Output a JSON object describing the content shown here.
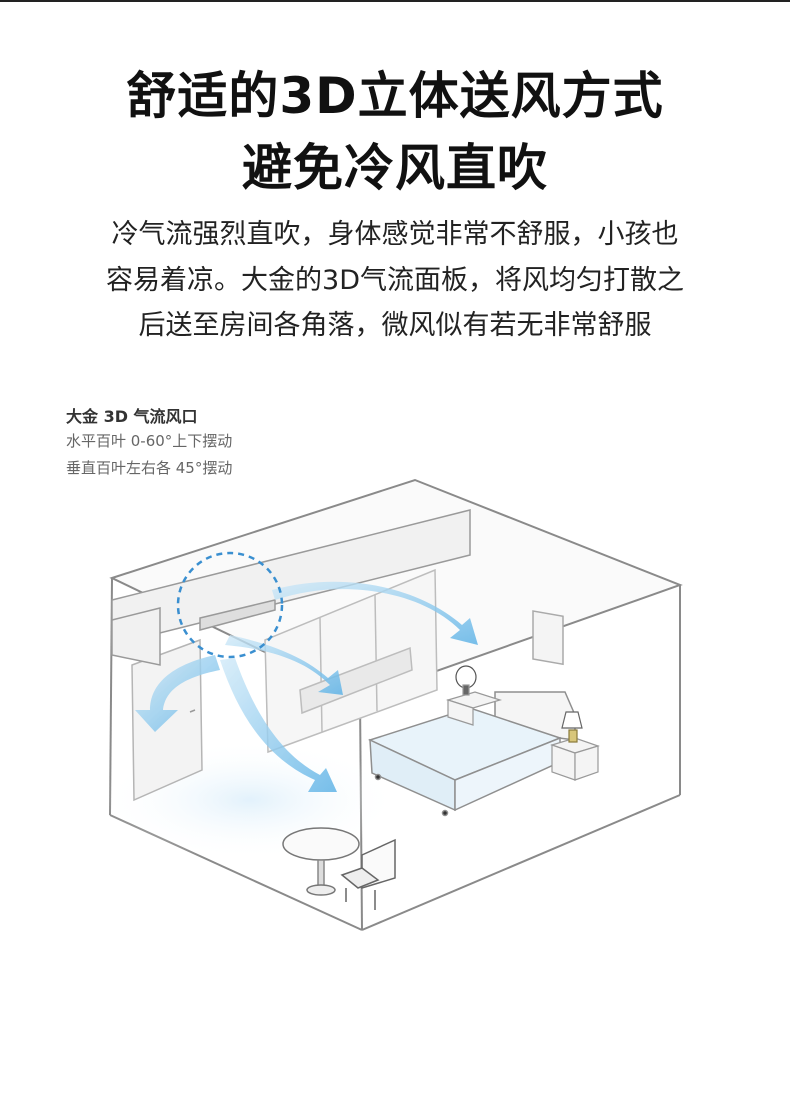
{
  "headline": {
    "line1": "舒适的3D立体送风方式",
    "line2": "避免冷风直吹"
  },
  "body": {
    "line1": "冷气流强烈直吹，身体感觉非常不舒服，小孩也",
    "line2": "容易着凉。大金的3D气流面板，将风均匀打散之",
    "line3": "后送至房间各角落，微风似有若无非常舒服"
  },
  "spec": {
    "title": "大金 3D 气流风口",
    "horizontal": "水平百叶 0-60°上下摆动",
    "vertical": "垂直百叶左右各 45°摆动"
  },
  "colors": {
    "airflow": "#7cc4ec",
    "highlight_circle": "#3a8fd0",
    "room_line": "#8a8a8a"
  }
}
